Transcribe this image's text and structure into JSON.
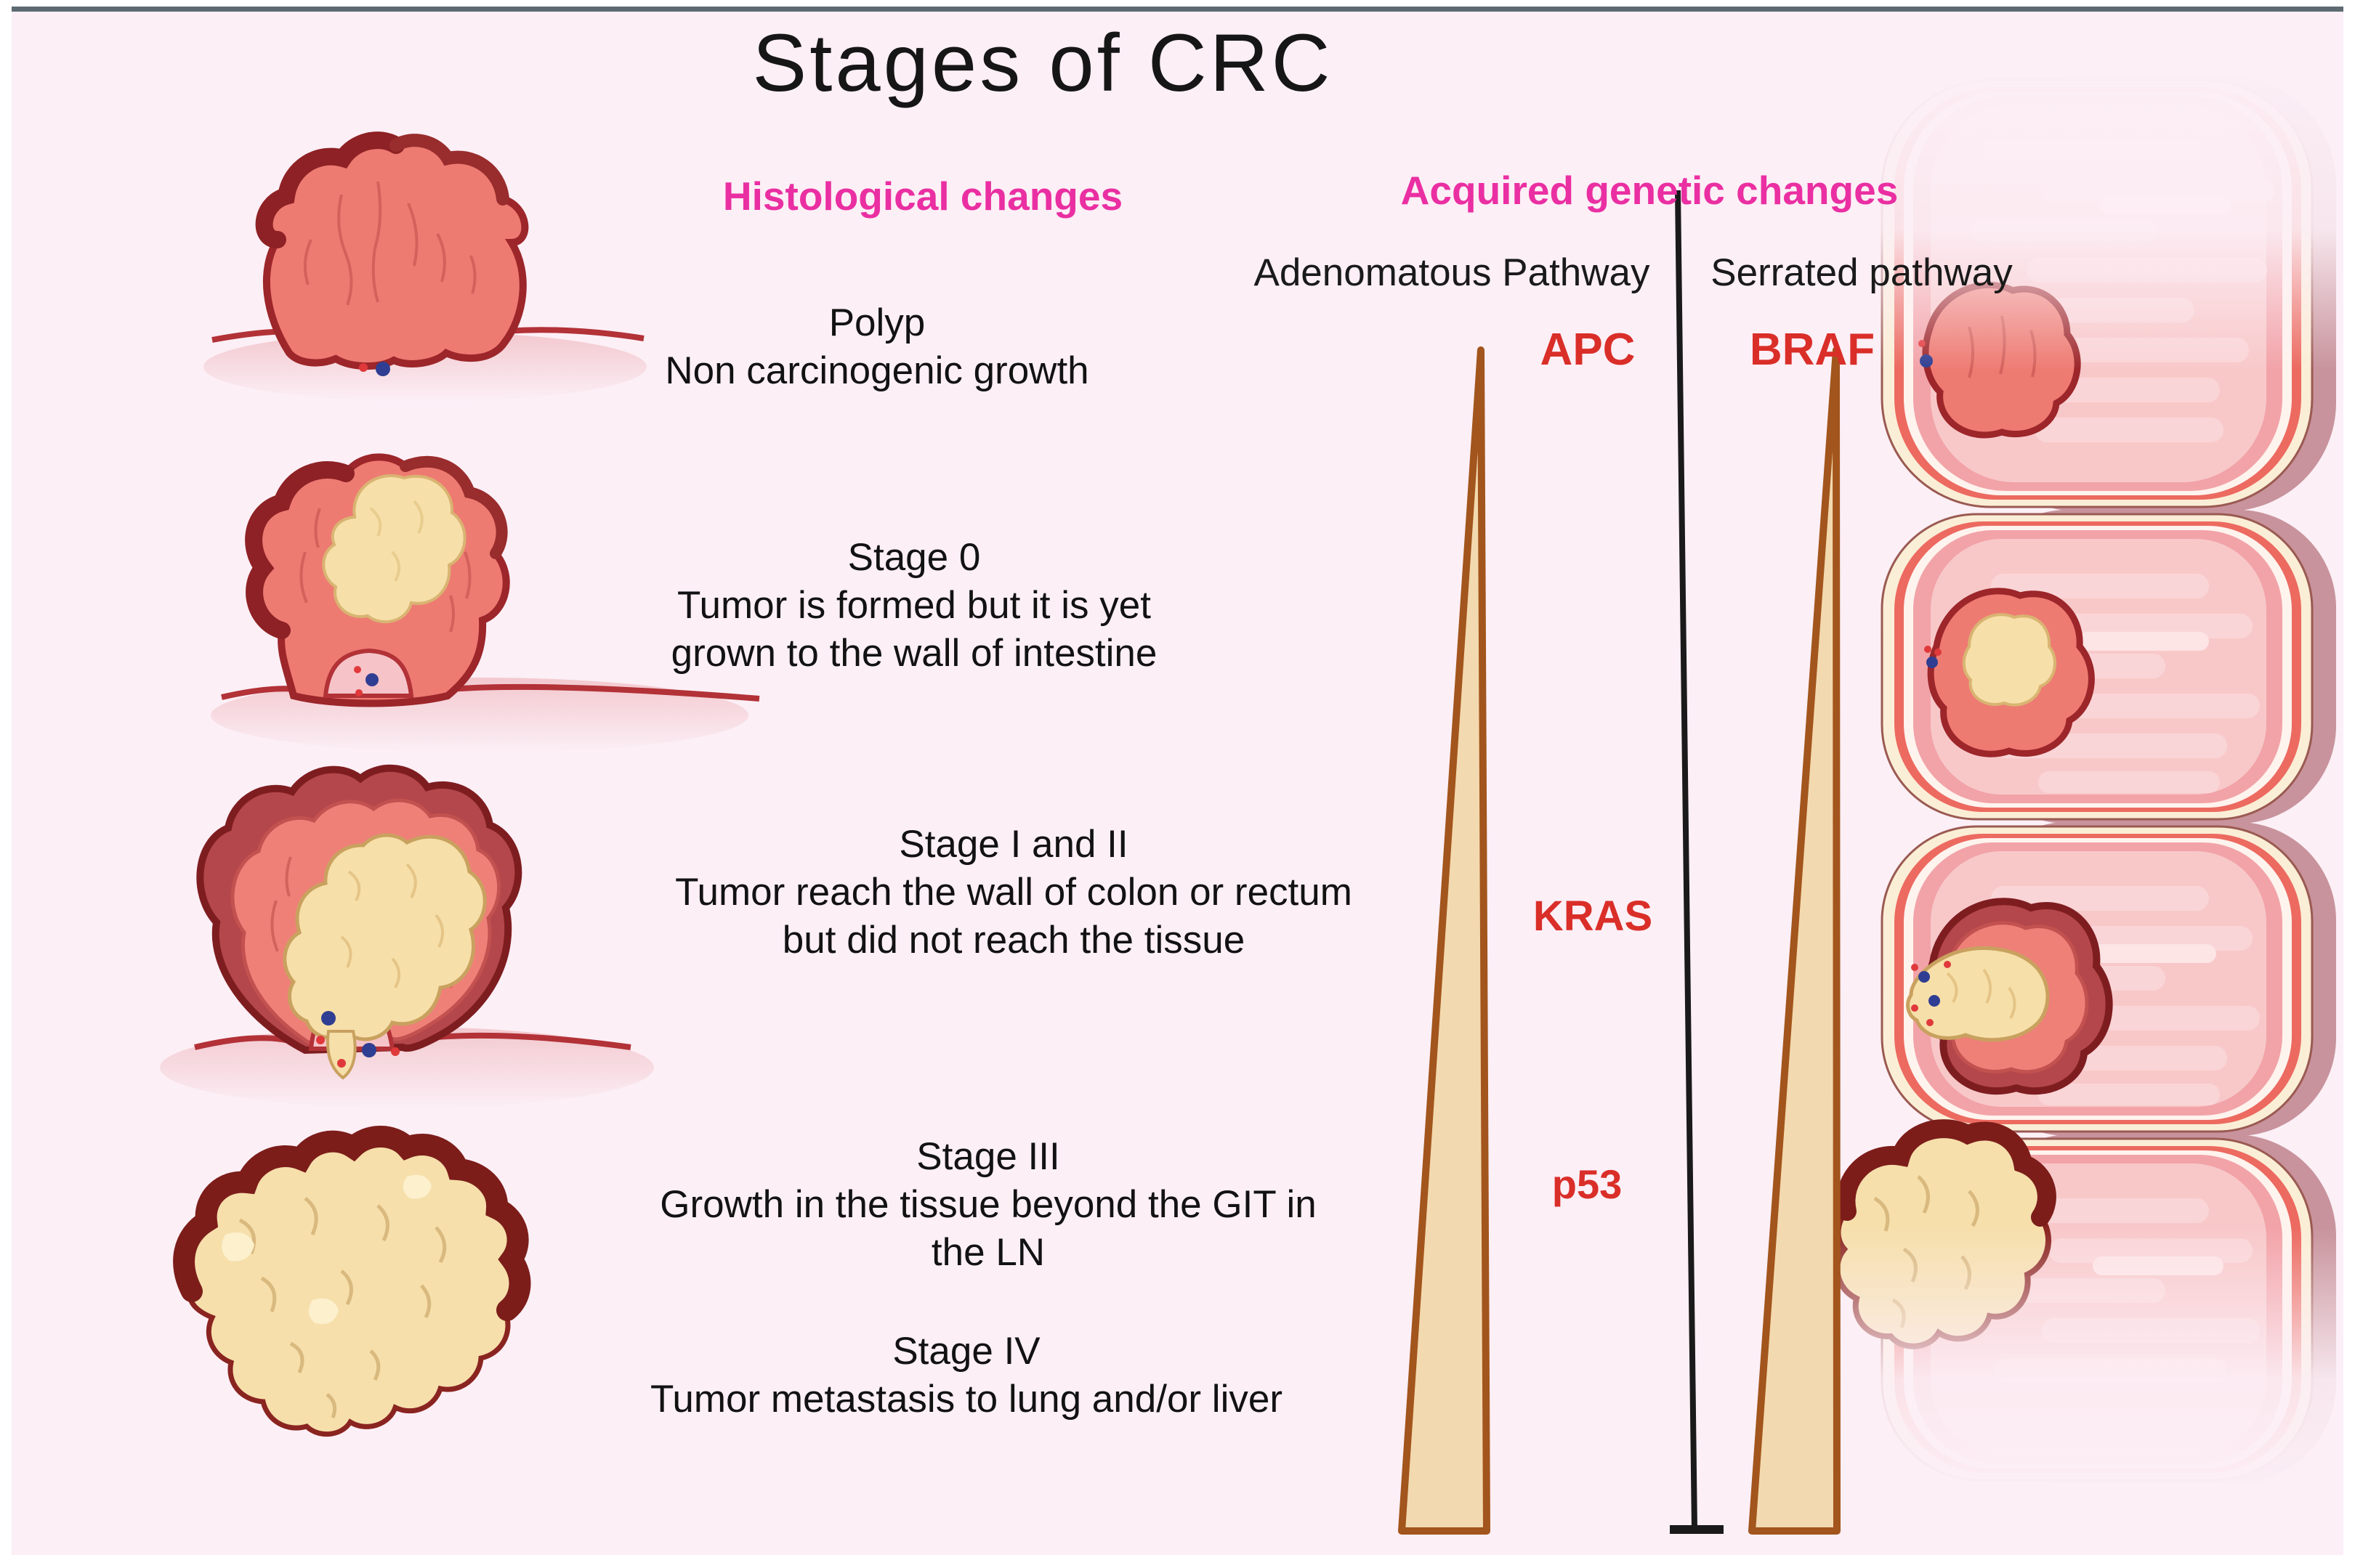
{
  "title": "Stages of CRC",
  "headers": {
    "histological": "Histological changes",
    "genetic": "Acquired genetic changes"
  },
  "pathways": {
    "adenomatous": {
      "label": "Adenomatous Pathway",
      "gene_top": "APC",
      "gene_mid": "KRAS",
      "gene_low": "p53"
    },
    "serrated": {
      "label": "Serrated pathway",
      "gene_top": "BRAF"
    }
  },
  "stages": [
    {
      "name": "Polyp",
      "lines": [
        "Non carcinogenic growth"
      ]
    },
    {
      "name": "Stage 0",
      "lines": [
        "Tumor is formed but it is yet",
        "grown to the wall of intestine"
      ]
    },
    {
      "name": "Stage I and II",
      "lines": [
        "Tumor reach the wall of colon or rectum",
        "but did not reach the tissue"
      ]
    },
    {
      "name": "Stage III",
      "lines": [
        "Growth in the tissue beyond the GIT in",
        "the LN"
      ]
    },
    {
      "name": "Stage IV",
      "lines": [
        "Tumor metastasis to lung and/or liver"
      ]
    }
  ],
  "colors": {
    "background": "#fceff6",
    "top_rule": "#5d6a72",
    "header_magenta": "#ea2fa2",
    "gene_red": "#da2e29",
    "text_black": "#121212",
    "wedge_fill": "#f3d9af",
    "wedge_border": "#a2551c",
    "divider_black": "#1a1a1a",
    "polyp_salmon": "#ee7b72",
    "polyp_rim_maroon": "#9c262a",
    "tumor_cream": "#f6dfa9",
    "colon_lumen_pink": "#f8c8c9",
    "colon_outer_mauve": "#c8939c"
  },
  "illustrations": [
    "polyp-illustration",
    "stage0-tumor-illustration",
    "stage1-2-tumor-illustration",
    "stage3-4-tumor-illustration",
    "colon-cross-section-illustration"
  ]
}
